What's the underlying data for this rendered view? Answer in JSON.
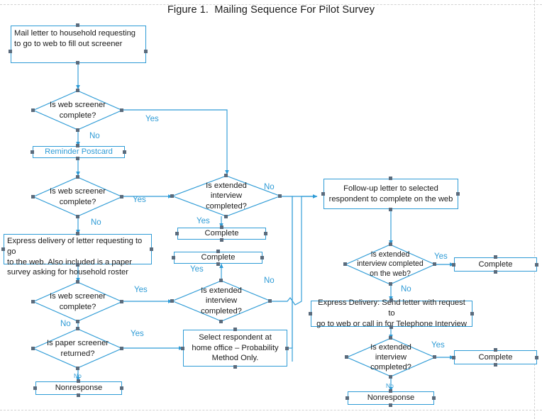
{
  "figure": {
    "title": "Figure 1.  Mailing Sequence For Pilot Survey",
    "accent": "#2e9bd6",
    "text_color": "#1a1a1a",
    "handle_color": "#5b6b7c"
  },
  "chart_data": {
    "type": "diagram",
    "title": "Figure 1.  Mailing Sequence For Pilot Survey",
    "diagram_kind": "flowchart",
    "nodes": [
      {
        "id": "n1",
        "shape": "process",
        "text": "Mail letter to household requesting to go to web to fill out screener"
      },
      {
        "id": "n2",
        "shape": "decision",
        "text": "Is web screener complete?"
      },
      {
        "id": "n3",
        "shape": "process",
        "text": "Reminder Postcard"
      },
      {
        "id": "n4",
        "shape": "decision",
        "text": "Is web screener complete?"
      },
      {
        "id": "n5",
        "shape": "decision",
        "text": "Is extended interview completed?"
      },
      {
        "id": "n6",
        "shape": "process",
        "text": "Complete"
      },
      {
        "id": "n7",
        "shape": "process",
        "text": "Express delivery of letter requesting to go to the web.  Also included is a paper survey asking for household roster"
      },
      {
        "id": "n8",
        "shape": "process",
        "text": "Complete"
      },
      {
        "id": "n9",
        "shape": "decision",
        "text": "Is web screener complete?"
      },
      {
        "id": "n10",
        "shape": "decision",
        "text": "Is extended interview completed?"
      },
      {
        "id": "n11",
        "shape": "decision",
        "text": "Is paper screener returned?"
      },
      {
        "id": "n12",
        "shape": "process",
        "text": "Select respondent at home office – Probability Method Only."
      },
      {
        "id": "n13",
        "shape": "process",
        "text": "Nonresponse"
      },
      {
        "id": "n14",
        "shape": "process",
        "text": "Follow-up letter to selected respondent to complete on the web"
      },
      {
        "id": "n15",
        "shape": "decision",
        "text": "Is extended interview completed on the web?"
      },
      {
        "id": "n16",
        "shape": "process",
        "text": "Complete"
      },
      {
        "id": "n17",
        "shape": "process",
        "text": "Express Delivery:  Send letter with request to go to web or call in for Telephone Interview"
      },
      {
        "id": "n18",
        "shape": "decision",
        "text": "Is extended interview completed?"
      },
      {
        "id": "n19",
        "shape": "process",
        "text": "Complete"
      },
      {
        "id": "n20",
        "shape": "process",
        "text": "Nonresponse"
      }
    ],
    "edges": [
      {
        "from": "n1",
        "to": "n2",
        "label": ""
      },
      {
        "from": "n2",
        "to": "n5",
        "label": "Yes"
      },
      {
        "from": "n2",
        "to": "n3",
        "label": "No"
      },
      {
        "from": "n3",
        "to": "n4",
        "label": ""
      },
      {
        "from": "n4",
        "to": "n5",
        "label": "Yes"
      },
      {
        "from": "n4",
        "to": "n7",
        "label": "No"
      },
      {
        "from": "n5",
        "to": "n6",
        "label": "Yes"
      },
      {
        "from": "n5",
        "to": "n14",
        "label": "No"
      },
      {
        "from": "n7",
        "to": "n9",
        "label": ""
      },
      {
        "from": "n9",
        "to": "n10",
        "label": "Yes"
      },
      {
        "from": "n9",
        "to": "n11",
        "label": "No"
      },
      {
        "from": "n10",
        "to": "n8",
        "label": "Yes"
      },
      {
        "from": "n10",
        "to": "n14",
        "label": "No"
      },
      {
        "from": "n11",
        "to": "n12",
        "label": "Yes"
      },
      {
        "from": "n11",
        "to": "n13",
        "label": "No"
      },
      {
        "from": "n12",
        "to": "n14",
        "label": ""
      },
      {
        "from": "n14",
        "to": "n15",
        "label": ""
      },
      {
        "from": "n15",
        "to": "n16",
        "label": "Yes"
      },
      {
        "from": "n15",
        "to": "n17",
        "label": "No"
      },
      {
        "from": "n17",
        "to": "n18",
        "label": ""
      },
      {
        "from": "n18",
        "to": "n19",
        "label": "Yes"
      },
      {
        "from": "n18",
        "to": "n20",
        "label": "No"
      }
    ]
  },
  "labels": {
    "yes": "Yes",
    "no": "No",
    "no_small": "No"
  },
  "boxes": {
    "mail_letter": "Mail letter to household requesting\nto go to web to fill out screener",
    "reminder_postcard": "Reminder Postcard",
    "express_delivery_paper": "Express delivery of letter requesting to go\nto the web.  Also included is a paper\nsurvey asking for household roster",
    "complete_1": "Complete",
    "complete_2": "Complete",
    "select_respondent": "Select respondent at\nhome office – Probability\nMethod Only.",
    "nonresponse_left": "Nonresponse",
    "followup_letter": "Follow-up letter to selected\nrespondent to complete on the web",
    "complete_web": "Complete",
    "express_delivery_phone": "Express Delivery:  Send letter with request to\ngo to web or call in for Telephone Interview",
    "complete_phone": "Complete",
    "nonresponse_right": "Nonresponse"
  },
  "decisions": {
    "web_screener_1": "Is web screener\ncomplete?",
    "web_screener_2": "Is web screener\ncomplete?",
    "web_screener_3": "Is web screener\ncomplete?",
    "extended_1": "Is extended\ninterview\ncompleted?",
    "extended_2": "Is extended\ninterview\ncompleted?",
    "extended_web": "Is extended\ninterview completed\non the web?",
    "extended_phone": "Is extended\ninterview\ncompleted?",
    "paper_screener": "Is paper screener\nreturned?"
  }
}
